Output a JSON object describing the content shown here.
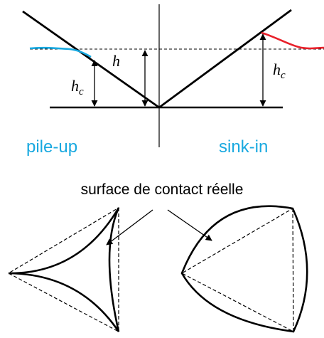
{
  "labels": {
    "pile_up": "pile-up",
    "sink_in": "sink-in",
    "contact_surface": "surface de contact réelle",
    "h": "h",
    "hc_left_main": "h",
    "hc_left_sub": "c",
    "hc_right_main": "h",
    "hc_right_sub": "c"
  },
  "colors": {
    "pile_up": "#19a9e0",
    "sink_in": "#e8202a",
    "ink": "#000000"
  }
}
